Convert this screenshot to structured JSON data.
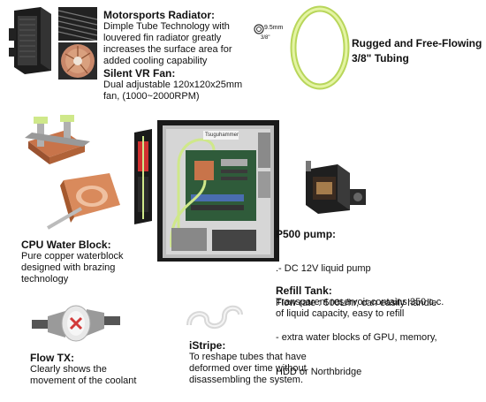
{
  "radiator": {
    "title": "Motorsports Radiator:",
    "desc_lines": [
      "Dimple Tube Technology with",
      "louvered fin radiator greatly",
      "increases the surface area for",
      "added cooling capability"
    ]
  },
  "fan": {
    "title": "Silent VR Fan:",
    "desc_lines": [
      "Dual adjustable 120x120x25mm",
      "fan, (1000~2000RPM)"
    ]
  },
  "tube_dim": {
    "diameter": "9.5mm",
    "size": "3/8\""
  },
  "tubing": {
    "title_lines": [
      "Rugged and Free-Flowing",
      "3/8\"  Tubing"
    ]
  },
  "case_label": "Tsuguhammer",
  "cpu_block": {
    "title": "CPU Water Block:",
    "desc_lines": [
      "Pure copper waterblock",
      "designed with brazing",
      "technology"
    ]
  },
  "pump": {
    "title": "P500 pump:",
    "desc_lines": [
      ".- DC 12V liquid pump",
      "   Flow rate : 500L/hr, can easily handle",
      "-  extra water blocks of GPU, memory,",
      "   HDD or Northbridge"
    ]
  },
  "tank": {
    "title": "Refill Tank:",
    "desc_lines": [
      "Transparent reservoir contains 350 c.c.",
      "of liquid capacity, easy to refill"
    ]
  },
  "flow": {
    "title": "Flow TX:",
    "desc_lines": [
      "Clearly shows the",
      "movement of the coolant"
    ]
  },
  "istripe": {
    "title": "iStripe:",
    "desc_lines": [
      "To reshape tubes that have",
      "deformed over time without",
      "disassembling the system."
    ]
  },
  "colors": {
    "tube_green": "#c9e86a",
    "copper": "#c8744a",
    "case_black": "#1a1a1a"
  }
}
